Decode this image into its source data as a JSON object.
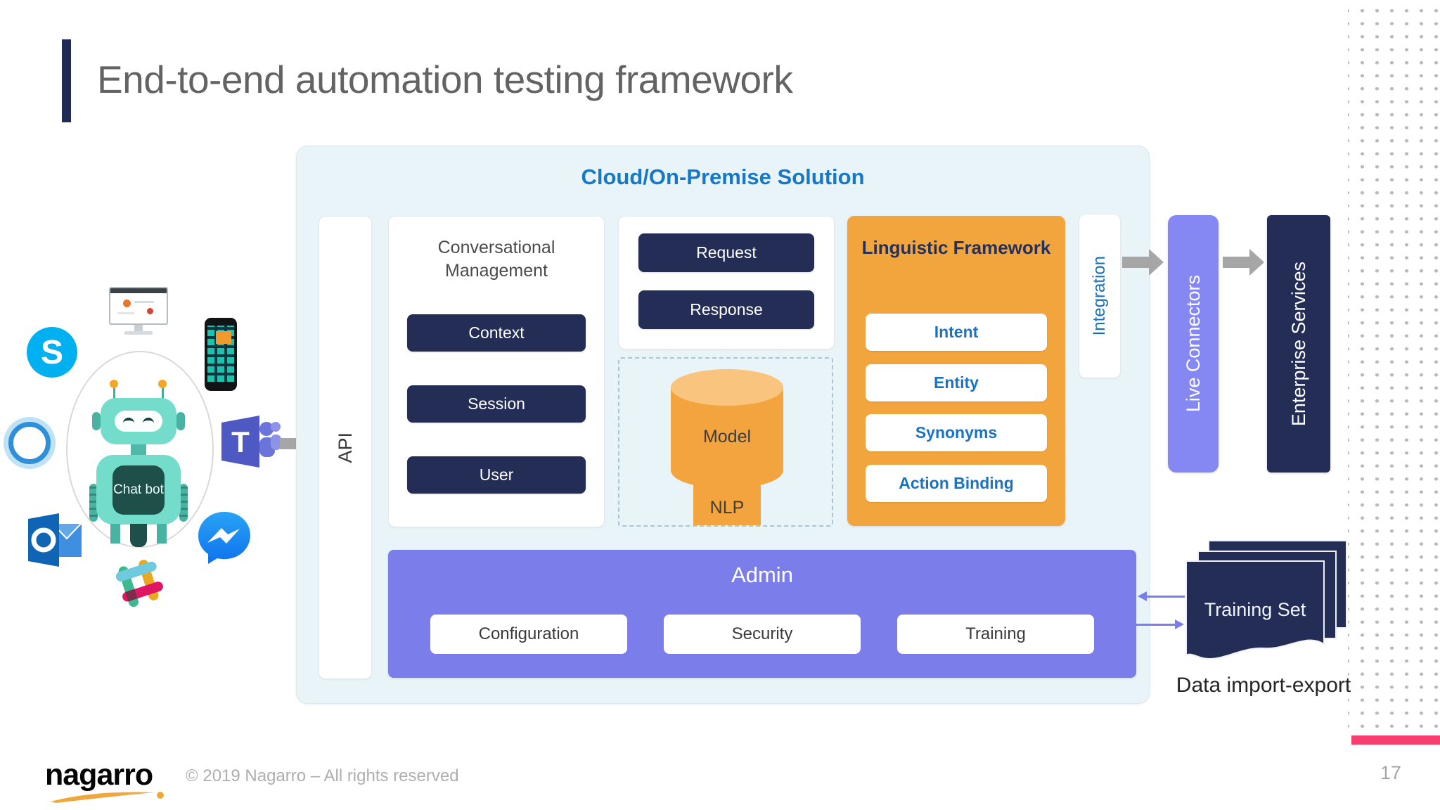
{
  "slide": {
    "title": "End-to-end automation testing framework",
    "page_number": "17",
    "footer": {
      "logo_text": "nagarro",
      "copyright": "© 2019 Nagarro – All rights reserved"
    }
  },
  "channels": {
    "chatbot_label": "Chat bot",
    "skype_letter": "S",
    "teams_letter": "T",
    "icons": [
      "desktop-monitor",
      "skype",
      "smartphone",
      "cortana",
      "chatbot",
      "microsoft-teams",
      "outlook",
      "slack",
      "facebook-messenger"
    ]
  },
  "cloud": {
    "title": "Cloud/On-Premise Solution",
    "api_label": "API",
    "conversational": {
      "title": "Conversational Management",
      "items": [
        "Context",
        "Session",
        "User"
      ]
    },
    "gateway": {
      "items": [
        "Request",
        "Response"
      ]
    },
    "nlp_box": {
      "model_label": "Model",
      "nlp_label": "NLP"
    },
    "linguistic": {
      "title": "Linguistic Framework",
      "items": [
        "Intent",
        "Entity",
        "Synonyms",
        "Action Binding"
      ]
    },
    "integration_label": "Integration",
    "admin": {
      "title": "Admin",
      "items": [
        "Configuration",
        "Security",
        "Training"
      ]
    }
  },
  "right_column": {
    "live_connectors": "Live Connectors",
    "enterprise_services": "Enterprise Services",
    "training_set": "Training Set",
    "data_import_export": "Data import-export"
  },
  "colors": {
    "navy": "#232d55",
    "cloud_bg": "#e9f4f9",
    "cloud_title_blue": "#1878c8",
    "orange": "#f2a53c",
    "admin_purple": "#7b7dea",
    "live_purple": "#8587f2",
    "pill_text_blue": "#1a72c4",
    "gray_arrow": "#a6a6a6",
    "pink_accent": "#f43f6f",
    "title_gray": "#636363"
  }
}
